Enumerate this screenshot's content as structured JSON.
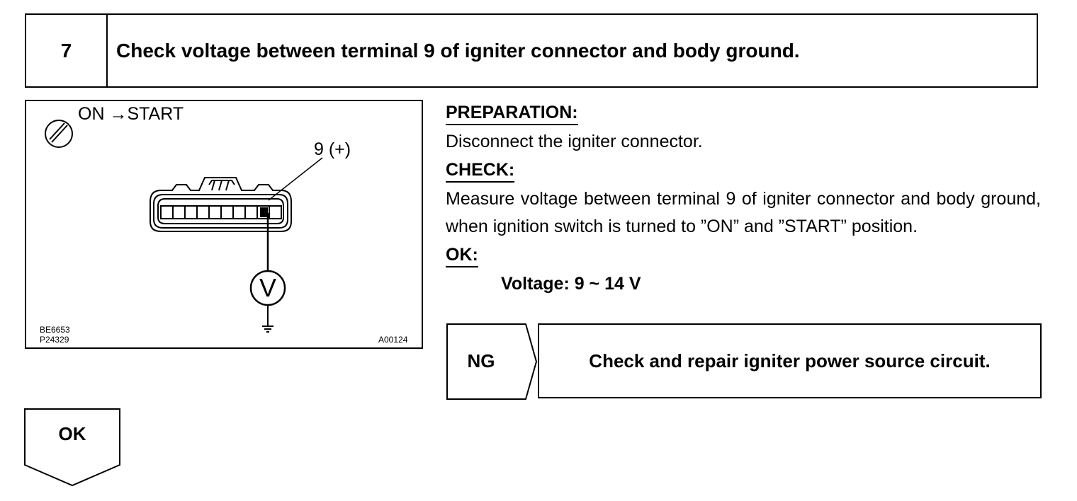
{
  "step": {
    "number": "7",
    "title": "Check voltage between terminal 9 of igniter connector and body ground."
  },
  "figure": {
    "switch_label": "ON →START",
    "terminal_label": "9 (+)",
    "meter_symbol": "V",
    "code_left_1": "BE6653",
    "code_left_2": "P24329",
    "code_right": "A00124"
  },
  "instructions": {
    "preparation_heading": "PREPARATION:",
    "preparation_text": "Disconnect the igniter connector.",
    "check_heading": "CHECK:",
    "check_text": "Measure voltage between terminal 9 of igniter connector and body ground, when ignition switch is turned to ”ON” and ”START” position.",
    "ok_heading": "OK:",
    "ok_spec": "Voltage:  9 ~ 14 V"
  },
  "ng": {
    "label": "NG",
    "action": "Check and repair igniter power source circuit."
  },
  "ok": {
    "label": "OK"
  }
}
